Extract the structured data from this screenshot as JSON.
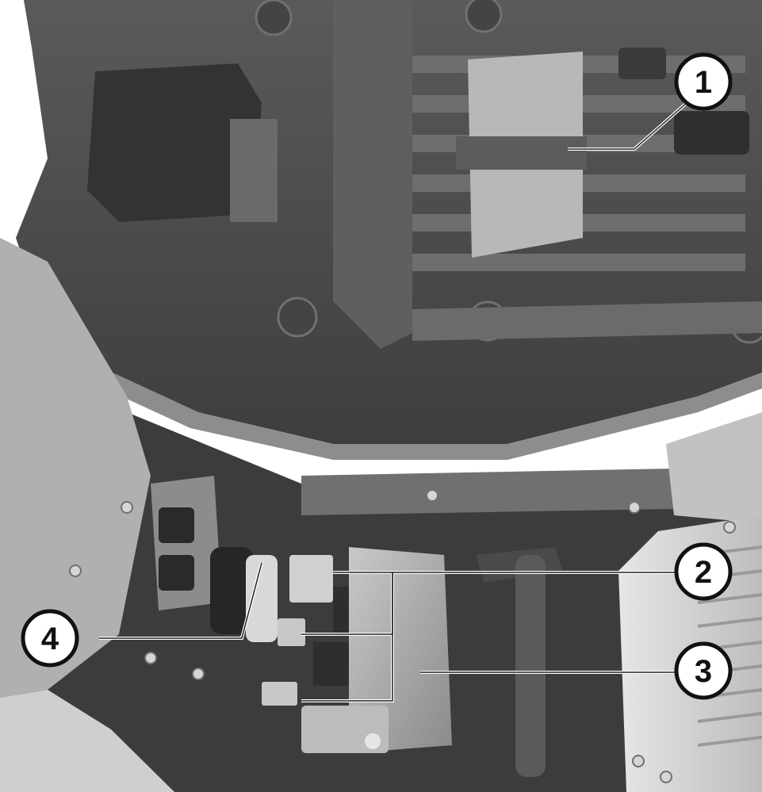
{
  "callouts": [
    {
      "label": "1"
    },
    {
      "label": "2"
    },
    {
      "label": "3"
    },
    {
      "label": "4"
    }
  ],
  "colors": {
    "background": "#ffffff",
    "dark_plastic": "#4f4f4f",
    "mid_plastic": "#7a7a7a",
    "light_plastic": "#b3b3b3",
    "metal": "#d9d9d9",
    "callout_fill": "#ffffff",
    "callout_stroke": "#111111"
  }
}
